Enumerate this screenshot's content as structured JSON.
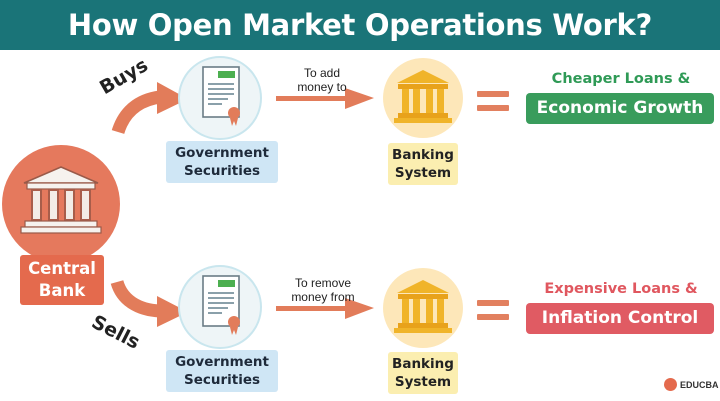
{
  "title": "How Open Market Operations Work?",
  "central_bank": {
    "label": "Central\nBank"
  },
  "buy_flow": {
    "action": "Buys",
    "securities_label": "Government\nSecurities",
    "transfer_text": "To add\nmoney to",
    "bank_label": "Banking\nSystem",
    "result_top": "Cheaper Loans &",
    "result_box": "Economic Growth"
  },
  "sell_flow": {
    "action": "Sells",
    "securities_label": "Government\nSecurities",
    "transfer_text": "To remove\nmoney from",
    "bank_label": "Banking\nSystem",
    "result_top": "Expensive Loans &",
    "result_box": "Inflation Control"
  },
  "brand": "EDUCBA",
  "colors": {
    "title_bar": "#1a7478",
    "accent_orange": "#e46a4d",
    "positive_green": "#399c5c",
    "negative_red": "#e05b63",
    "bank_gold": "#f0b429"
  },
  "icons": {
    "central_bank": "bank-building-icon",
    "securities": "certificate-document-icon",
    "banking_system": "bank-columns-icon"
  }
}
